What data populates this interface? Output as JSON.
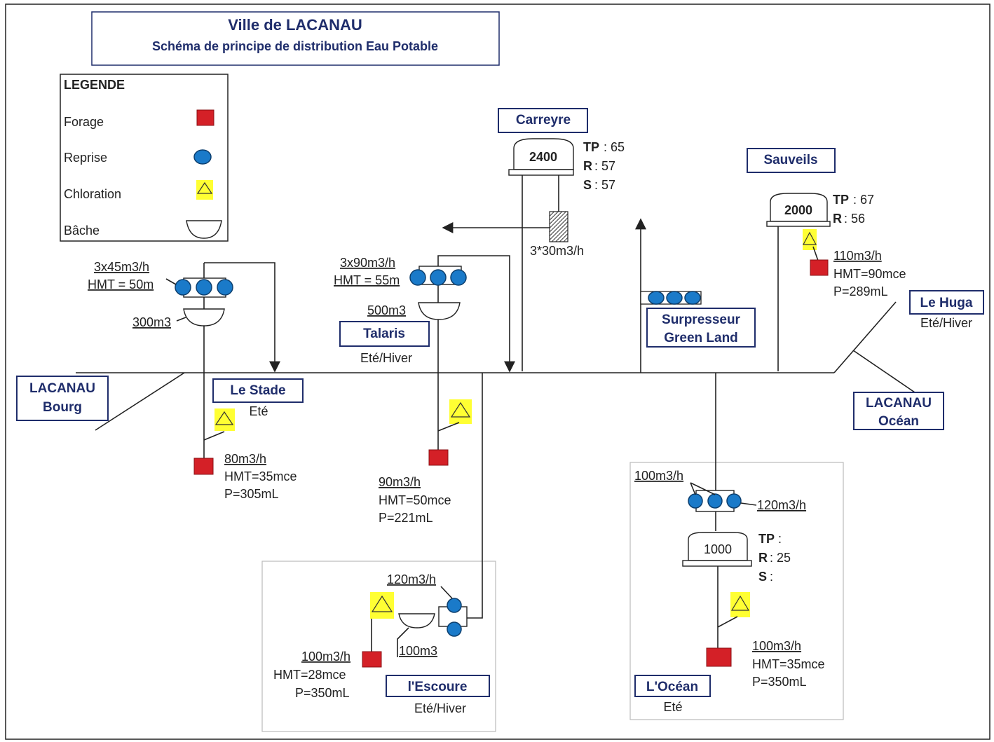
{
  "title": {
    "line1": "Ville de LACANAU",
    "line2": "Schéma de principe de distribution Eau Potable"
  },
  "legend": {
    "heading": "LEGENDE",
    "forage": "Forage",
    "reprise": "Reprise",
    "chloration": "Chloration",
    "bache": "Bâche"
  },
  "colors": {
    "forage": "#d42027",
    "reprise": "#1a7ac9",
    "chloration": "#ffff33",
    "frame": "#1f2d6b"
  },
  "bourg": {
    "name_line1": "LACANAU",
    "name_line2": "Bourg"
  },
  "stade": {
    "name": "Le Stade",
    "season": "Eté",
    "pumps": "3x45m3/h",
    "hmt": "HMT = 50m",
    "bache": "300m3",
    "forage_flow": "80m3/h",
    "forage_hmt": "HMT=35mce",
    "forage_depth": "P=305mL"
  },
  "talaris": {
    "name": "Talaris",
    "season": "Eté/Hiver",
    "pumps": "3x90m3/h",
    "hmt": "HMT = 55m",
    "bache": "500m3",
    "forage_flow": "90m3/h",
    "forage_hmt": "HMT=50mce",
    "forage_depth": "P=221mL"
  },
  "carreyre": {
    "name": "Carreyre",
    "volume": "2400",
    "tp_label": "TP",
    "tp_value": " : 65",
    "r_label": "R",
    "r_value": " : 57",
    "s_label": "S",
    "s_value": " : 57",
    "flow": "3*30m3/h"
  },
  "surpresseur": {
    "line1": "Surpresseur",
    "line2": "Green Land"
  },
  "sauveils": {
    "name": "Sauveils",
    "volume": "2000",
    "tp_label": "TP",
    "tp_value": " : 67",
    "r_label": "R",
    "r_value": " : 56",
    "forage_flow": "110m3/h",
    "forage_hmt": "HMT=90mce",
    "forage_depth": "P=289mL"
  },
  "huga": {
    "name": "Le Huga",
    "season": "Eté/Hiver"
  },
  "ocean_town": {
    "name_line1": "LACANAU",
    "name_line2": "Océan"
  },
  "escoure": {
    "name": "l'Escoure",
    "season": "Eté/Hiver",
    "pumps": "120m3/h",
    "bache": "100m3",
    "forage_flow": "100m3/h",
    "forage_hmt": "HMT=28mce",
    "forage_depth": "P=350mL"
  },
  "ocean_site": {
    "name": "L'Océan",
    "season": "Eté",
    "pumps_in": "100m3/h",
    "pumps_out": "120m3/h",
    "volume": "1000",
    "tp_label": "TP",
    "tp_value": " :",
    "r_label": "R",
    "r_value": " : 25",
    "s_label": "S",
    "s_value": " :",
    "forage_flow": "100m3/h",
    "forage_hmt": "HMT=35mce",
    "forage_depth": "P=350mL"
  }
}
